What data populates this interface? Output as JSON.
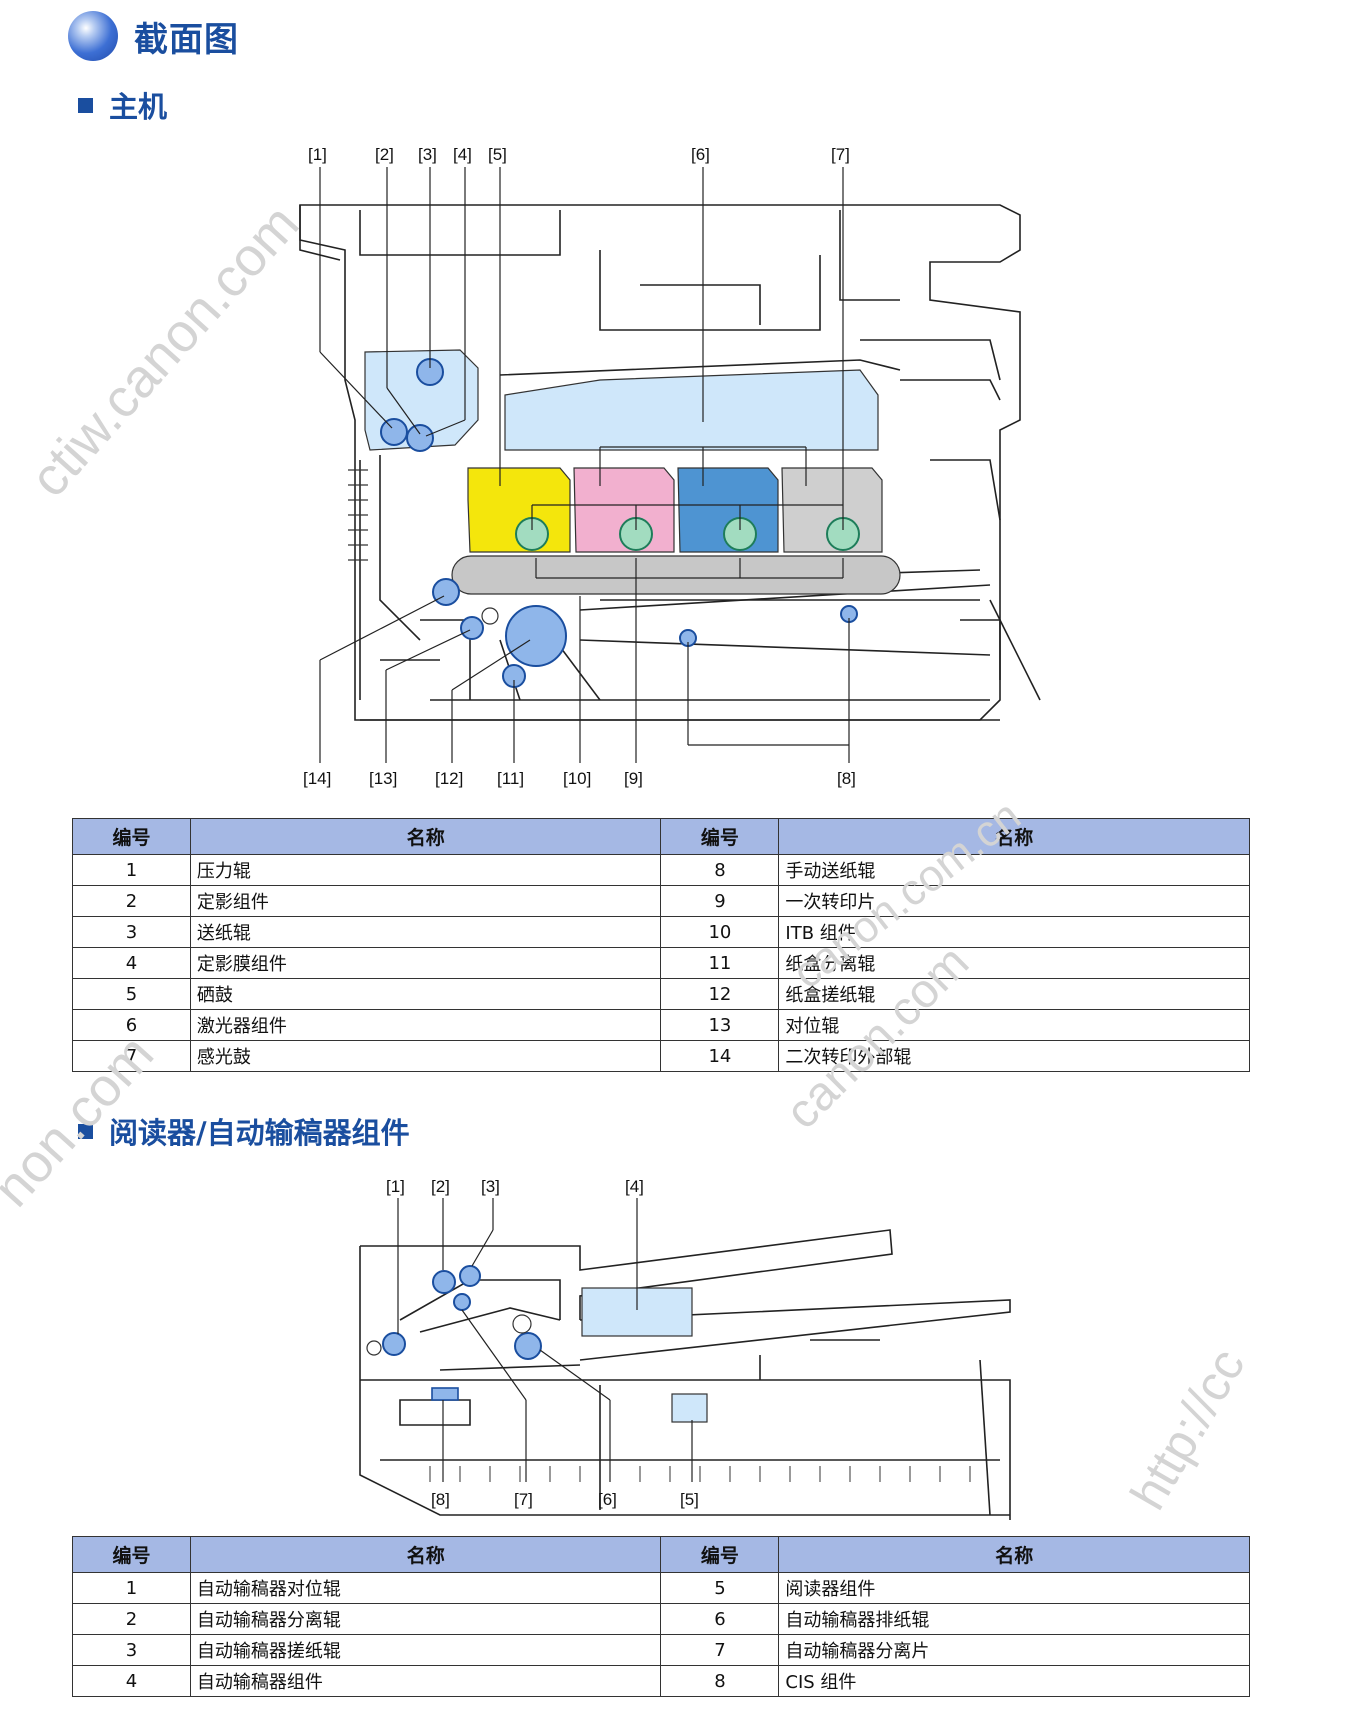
{
  "page_title": "截面图",
  "sections": {
    "main_unit": {
      "heading": "主机"
    },
    "reader": {
      "heading": "阅读器/自动输稿器组件"
    }
  },
  "diagram1_labels": {
    "l1": "[1]",
    "l2": "[2]",
    "l3": "[3]",
    "l4": "[4]",
    "l5": "[5]",
    "l6": "[6]",
    "l7": "[7]",
    "l8": "[8]",
    "l9": "[9]",
    "l10": "[10]",
    "l11": "[11]",
    "l12": "[12]",
    "l13": "[13]",
    "l14": "[14]"
  },
  "diagram2_labels": {
    "l1": "[1]",
    "l2": "[2]",
    "l3": "[3]",
    "l4": "[4]",
    "l5": "[5]",
    "l6": "[6]",
    "l7": "[7]",
    "l8": "[8]"
  },
  "table1": {
    "headers": [
      "编号",
      "名称",
      "编号",
      "名称"
    ],
    "rows": [
      [
        "1",
        "压力辊",
        "8",
        "手动送纸辊"
      ],
      [
        "2",
        "定影组件",
        "9",
        "一次转印片"
      ],
      [
        "3",
        "送纸辊",
        "10",
        "ITB 组件"
      ],
      [
        "4",
        "定影膜组件",
        "11",
        "纸盒分离辊"
      ],
      [
        "5",
        "硒鼓",
        "12",
        "纸盒搓纸辊"
      ],
      [
        "6",
        "激光器组件",
        "13",
        "对位辊"
      ],
      [
        "7",
        "感光鼓",
        "14",
        "二次转印外部辊"
      ]
    ]
  },
  "table2": {
    "headers": [
      "编号",
      "名称",
      "编号",
      "名称"
    ],
    "rows": [
      [
        "1",
        "自动输稿器对位辊",
        "5",
        "阅读器组件"
      ],
      [
        "2",
        "自动输稿器分离辊",
        "6",
        "自动输稿器排纸辊"
      ],
      [
        "3",
        "自动输稿器搓纸辊",
        "7",
        "自动输稿器分离片"
      ],
      [
        "4",
        "自动输稿器组件",
        "8",
        "CIS 组件"
      ]
    ]
  },
  "watermarks": {
    "w1": "ctiw.canon.com",
    "w2": "canon.com",
    "w3": "canon.com.cn",
    "w4": "non.com",
    "w5": "http://cc"
  },
  "colors": {
    "heading_blue": "#1a4e9f",
    "table_header_bg": "#a5b8e4",
    "toner_yellow": "#f4e60c",
    "toner_magenta": "#f2b0cf",
    "toner_cyan": "#4e94d2",
    "toner_black": "#cfcfcf",
    "drum_green": "#a2dcc0",
    "roller_blue": "#8fb6ea",
    "laser_lightblue": "#cfe7fa"
  }
}
